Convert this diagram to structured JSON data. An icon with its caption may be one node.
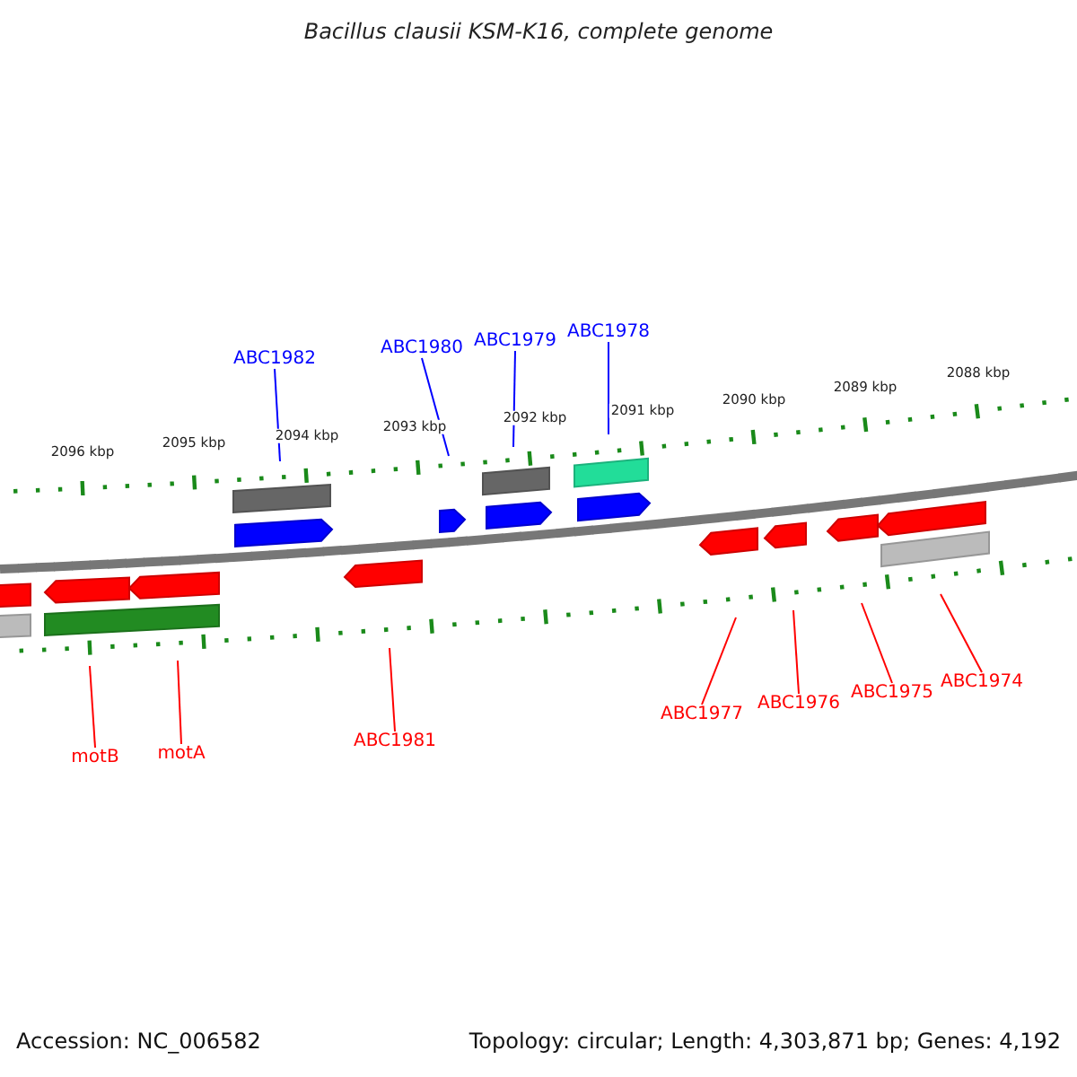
{
  "diagram": {
    "title": "Bacillus clausii KSM-K16, complete genome",
    "nodes": [
      {
        "text": [
          "ABC1982"
        ]
      },
      {
        "text": [
          "ABC1980"
        ]
      },
      {
        "text": [
          "ABC1979"
        ]
      },
      {
        "text": [
          "ABC1978"
        ]
      },
      {
        "text": [
          "motB"
        ]
      },
      {
        "text": [
          "motA"
        ]
      },
      {
        "text": [
          "ABC1981"
        ]
      },
      {
        "text": [
          "ABC1977"
        ]
      },
      {
        "text": [
          "ABC1976"
        ]
      },
      {
        "text": [
          "ABC1975"
        ]
      },
      {
        "text": [
          "ABC1974"
        ]
      },
      {
        "text": [],
        "shape": "bar"
      },
      {
        "text": [],
        "shape": "bar"
      },
      {
        "text": [],
        "shape": "arrow"
      },
      {
        "text": [],
        "shape": "bar"
      },
      {
        "text": [],
        "shape": "arrow"
      },
      {
        "text": [],
        "shape": "bar"
      },
      {
        "text": [],
        "shape": "arrow"
      },
      {
        "text": [],
        "shape": "arrow"
      },
      {
        "text": [],
        "shape": "arrow"
      },
      {
        "text": [],
        "shape": "bar"
      },
      {
        "text": [],
        "shape": "arrow"
      },
      {
        "text": [],
        "shape": "bar"
      },
      {
        "text": [],
        "shape": "arrow"
      },
      {
        "text": [],
        "shape": "arrow"
      },
      {
        "text": [],
        "shape": "arrow"
      },
      {
        "text": [],
        "shape": "arrow"
      },
      {
        "text": [],
        "shape": "arrow"
      },
      {
        "text": [],
        "shape": "bar"
      }
    ],
    "edges": [
      {
        "from": 0,
        "to": null,
        "arrow": "none",
        "color": "#0000ff"
      },
      {
        "from": 1,
        "to": null,
        "arrow": "none",
        "color": "#0000ff"
      },
      {
        "from": 2,
        "to": null,
        "arrow": "none",
        "color": "#0000ff"
      },
      {
        "from": 3,
        "to": null,
        "arrow": "none",
        "color": "#0000ff"
      },
      {
        "from": 4,
        "to": null,
        "arrow": "none"
      },
      {
        "from": 5,
        "to": null,
        "arrow": "none"
      },
      {
        "from": 6,
        "to": null,
        "arrow": "none"
      },
      {
        "from": 7,
        "to": null,
        "arrow": "none"
      },
      {
        "from": 8,
        "to": null,
        "arrow": "none"
      },
      {
        "from": 9,
        "to": null,
        "arrow": "none"
      },
      {
        "from": 10,
        "to": null,
        "arrow": "none"
      }
    ],
    "labels": [
      "2096 kbp",
      "2095 kbp",
      "2094 kbp",
      "2093 kbp",
      "2092 kbp",
      "2091 kbp",
      "2090 kbp",
      "2089 kbp",
      "2088 kbp",
      "Accession: NC_006582",
      "Topology: circular; Length: 4,303,871 bp; Genes: 4,192"
    ]
  }
}
